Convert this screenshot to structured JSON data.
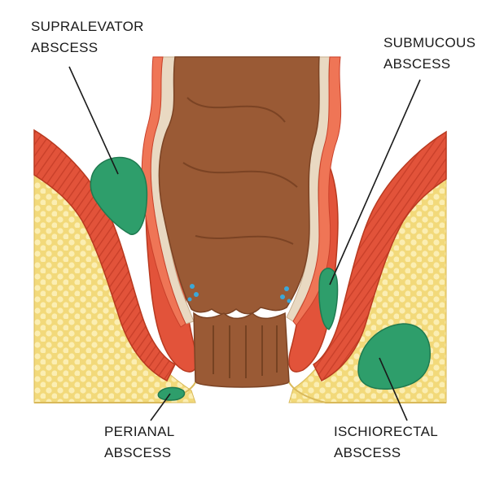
{
  "labels": {
    "supralevator": {
      "line1": "SUPRALEVATOR",
      "line2": "ABSCESS"
    },
    "submucous": {
      "line1": "SUBMUCOUS",
      "line2": "ABSCESS"
    },
    "perianal": {
      "line1": "PERIANAL",
      "line2": "ABSCESS"
    },
    "ischiorectal": {
      "line1": "ISCHIORECTAL",
      "line2": "ABSCESS"
    }
  },
  "colors": {
    "fat": "#f2d97a",
    "fat_bubble": "#fbeeb3",
    "muscle": "#e2533a",
    "muscle_light": "#f07a5c",
    "mucosa_lining": "#e9d9c2",
    "rectum": "#9a5a35",
    "rectum_dark": "#7b4324",
    "abscess": "#2e9e6b",
    "abscess_dark": "#1f7a50",
    "gland": "#3ca7d8",
    "leader": "#1a1a1a"
  }
}
